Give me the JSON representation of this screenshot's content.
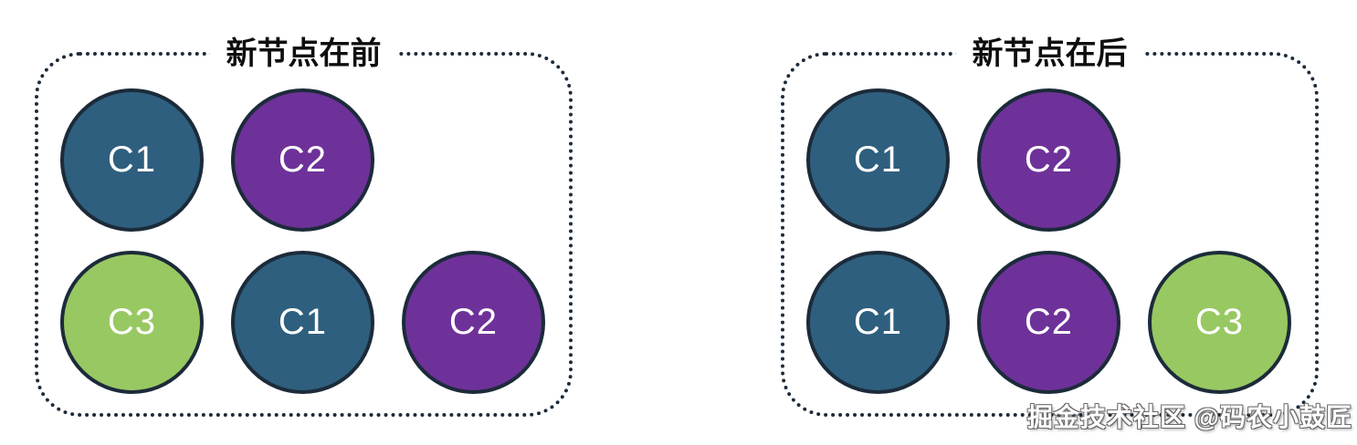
{
  "colors": {
    "background": "#ffffff",
    "box_border": "#1C2B3A",
    "node_border": "#1C2B3A",
    "title_text": "#0e0e0e",
    "node_text": "#ffffff",
    "c1_fill": "#2E5F7E",
    "c2_fill": "#6E3199",
    "c3_fill": "#98C862",
    "watermark_text_color": "#ffffff"
  },
  "panels": [
    {
      "title": "新节点在前",
      "rows": [
        {
          "nodes": [
            {
              "label": "C1",
              "color": "#2E5F7E"
            },
            {
              "label": "C2",
              "color": "#6E3199"
            }
          ]
        },
        {
          "nodes": [
            {
              "label": "C3",
              "color": "#98C862"
            },
            {
              "label": "C1",
              "color": "#2E5F7E"
            },
            {
              "label": "C2",
              "color": "#6E3199"
            }
          ]
        }
      ]
    },
    {
      "title": "新节点在后",
      "rows": [
        {
          "nodes": [
            {
              "label": "C1",
              "color": "#2E5F7E"
            },
            {
              "label": "C2",
              "color": "#6E3199"
            }
          ]
        },
        {
          "nodes": [
            {
              "label": "C1",
              "color": "#2E5F7E"
            },
            {
              "label": "C2",
              "color": "#6E3199"
            },
            {
              "label": "C3",
              "color": "#98C862"
            }
          ]
        }
      ]
    }
  ],
  "watermark": {
    "text": "掘金技术社区 @码农小鼓匠"
  }
}
